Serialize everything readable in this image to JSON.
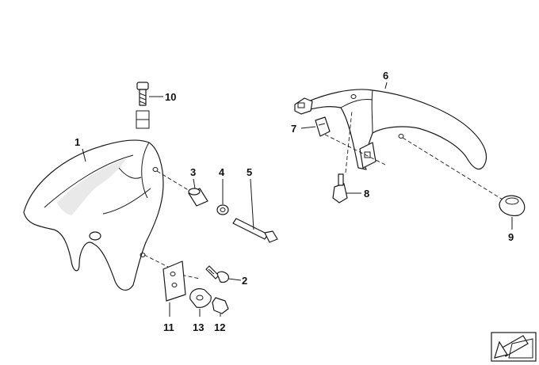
{
  "diagram": {
    "callouts": [
      {
        "id": "1",
        "label": "1"
      },
      {
        "id": "2",
        "label": "2"
      },
      {
        "id": "3",
        "label": "3"
      },
      {
        "id": "4",
        "label": "4"
      },
      {
        "id": "5",
        "label": "5"
      },
      {
        "id": "6",
        "label": "6"
      },
      {
        "id": "7",
        "label": "7"
      },
      {
        "id": "8",
        "label": "8"
      },
      {
        "id": "9",
        "label": "9"
      },
      {
        "id": "10",
        "label": "10"
      },
      {
        "id": "11",
        "label": "11"
      },
      {
        "id": "12",
        "label": "12"
      },
      {
        "id": "13",
        "label": "13"
      }
    ],
    "line_color": "#1a1a1a",
    "background": "#ffffff",
    "corner_icon": "direction-arrow-icon"
  }
}
